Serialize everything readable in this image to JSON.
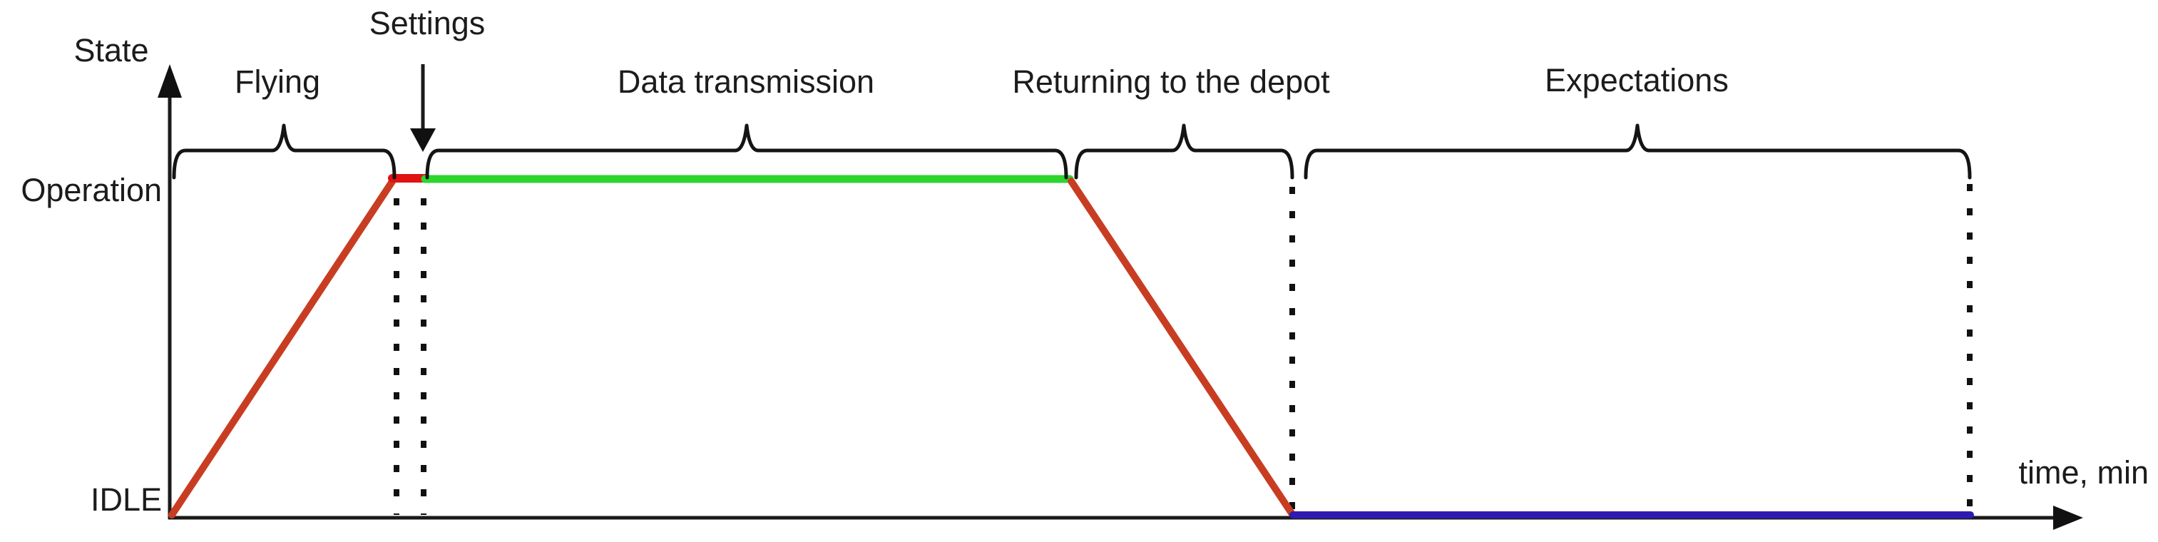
{
  "labels": {
    "y_axis": "State",
    "x_axis": "time, min",
    "operation": "Operation",
    "idle": "IDLE"
  },
  "phases": [
    {
      "label": "Flying"
    },
    {
      "label": "Settings"
    },
    {
      "label": "Data transmission"
    },
    {
      "label": "Returning to the depot"
    },
    {
      "label": "Expectations"
    }
  ],
  "colors": {
    "rise_fall_red": "#c83d22",
    "settings_red": "#e01212",
    "transmission_green": "#2ed52e",
    "idle_blue": "#2d1bb1",
    "axis_black": "#1a1a1a"
  },
  "chart_data": {
    "type": "line",
    "xlabel": "time, min",
    "ylabel": "State",
    "y_levels": [
      "IDLE",
      "Operation"
    ],
    "grid": false,
    "segments": [
      {
        "phase": "Flying",
        "shape": "rise",
        "from_state": "IDLE",
        "to_state": "Operation",
        "color": "#c83d22"
      },
      {
        "phase": "Settings",
        "shape": "plateau",
        "state": "Operation",
        "color": "#e01212"
      },
      {
        "phase": "Data transmission",
        "shape": "plateau",
        "state": "Operation",
        "color": "#2ed52e"
      },
      {
        "phase": "Returning to the depot",
        "shape": "fall",
        "from_state": "Operation",
        "to_state": "IDLE",
        "color": "#c83d22"
      },
      {
        "phase": "Expectations",
        "shape": "plateau",
        "state": "IDLE",
        "color": "#2d1bb1"
      }
    ]
  }
}
